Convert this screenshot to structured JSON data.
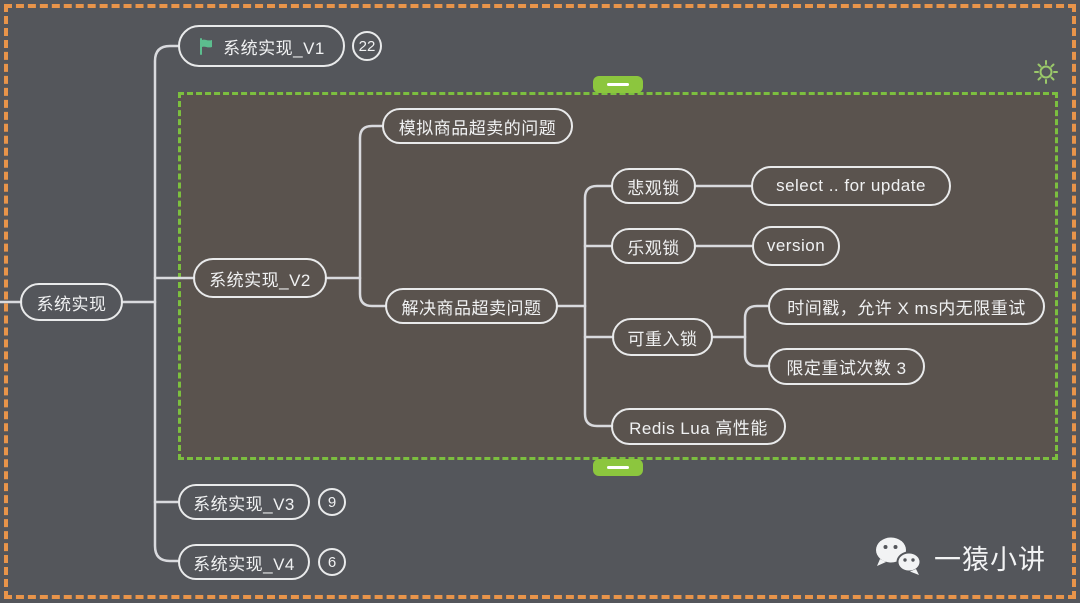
{
  "mindmap": {
    "root": {
      "label": "系统实现"
    },
    "branches": {
      "v1": {
        "label": "系统实现_V1",
        "badge": "22"
      },
      "v2": {
        "label": "系统实现_V2"
      },
      "v3": {
        "label": "系统实现_V3",
        "badge": "9"
      },
      "v4": {
        "label": "系统实现_V4",
        "badge": "6"
      }
    },
    "v2_children": {
      "simulate": {
        "label": "模拟商品超卖的问题"
      },
      "solve": {
        "label": "解决商品超卖问题"
      }
    },
    "solve_children": {
      "pessimistic": {
        "label": "悲观锁",
        "detail": "select .. for update"
      },
      "optimistic": {
        "label": "乐观锁",
        "detail": "version"
      },
      "reentrant": {
        "label": "可重入锁",
        "detail_time": "时间戳，允许 X ms内无限重试",
        "detail_retry": "限定重试次数 3"
      },
      "redis": {
        "label": "Redis Lua 高性能"
      }
    }
  },
  "watermark": {
    "label": "一猿小讲"
  },
  "colors": {
    "canvas_bg": "#54565b",
    "selection_bg": "#5a534e",
    "selection_border": "#7cbf3f",
    "handle_green": "#8cc63e",
    "frame_orange": "#e8944a",
    "connector": "#d9dade",
    "node_border": "#e9eaeb",
    "text": "#f0f1f2",
    "flag_green": "#5cbd8e",
    "bulb_green": "#9bc96a"
  }
}
